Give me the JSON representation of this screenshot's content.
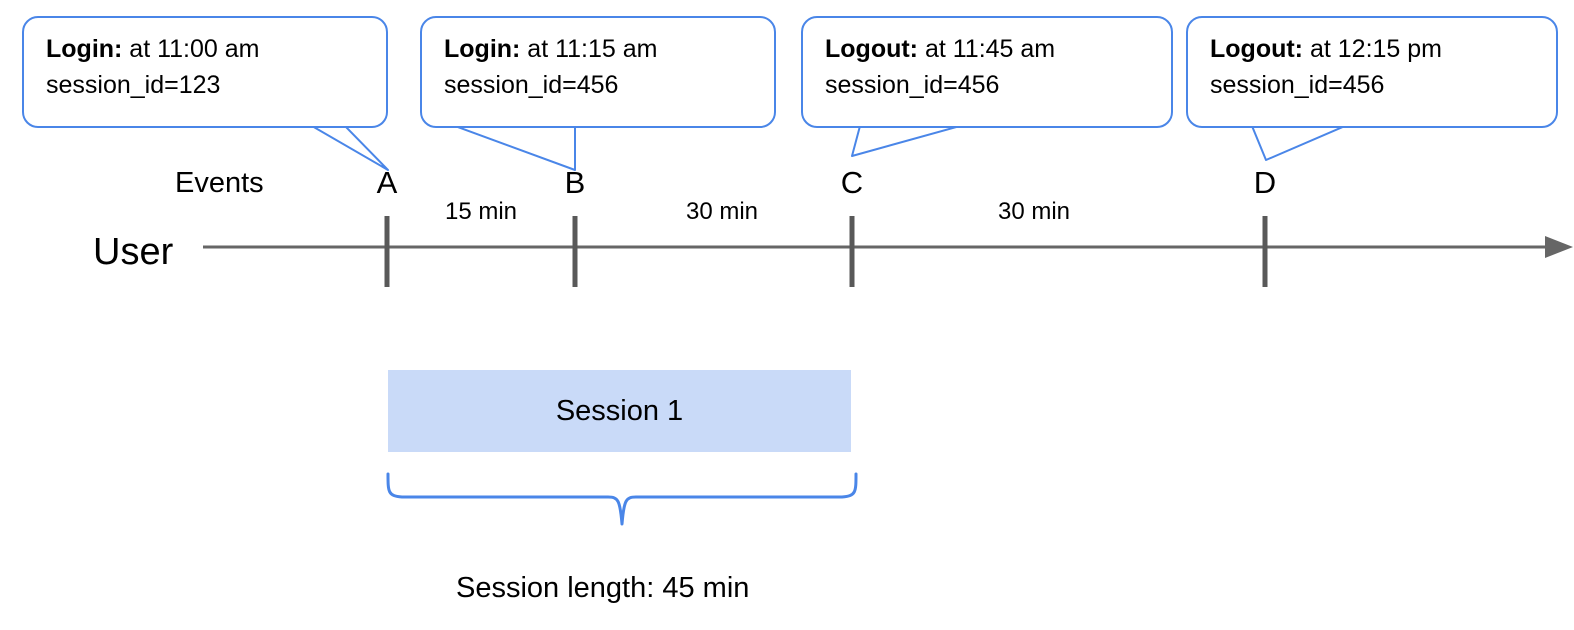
{
  "diagram": {
    "row_labels": {
      "events": "Events",
      "user": "User"
    },
    "callouts": [
      {
        "id": "A",
        "type": "Login:",
        "time_text": " at 11:00 am",
        "session_line": "session_id=123"
      },
      {
        "id": "B",
        "type": "Login:",
        "time_text": " at 11:15 am",
        "session_line": "session_id=456"
      },
      {
        "id": "C",
        "type": "Logout:",
        "time_text": " at 11:45 am",
        "session_line": "session_id=456"
      },
      {
        "id": "D",
        "type": "Logout:",
        "time_text": " at 12:15 pm",
        "session_line": "session_id=456"
      }
    ],
    "event_markers": [
      {
        "label": "A"
      },
      {
        "label": "B"
      },
      {
        "label": "C"
      },
      {
        "label": "D"
      }
    ],
    "intervals": [
      {
        "label": "15 min"
      },
      {
        "label": "30 min"
      },
      {
        "label": "30 min"
      }
    ],
    "session": {
      "bar_label": "Session 1",
      "caption": "Session length: 45 min"
    },
    "colors": {
      "callout_border": "#4a86e8",
      "brace": "#4a86e8",
      "session_fill": "#c9daf8",
      "axis": "#666666",
      "tick": "#595959",
      "text": "#000000"
    }
  }
}
